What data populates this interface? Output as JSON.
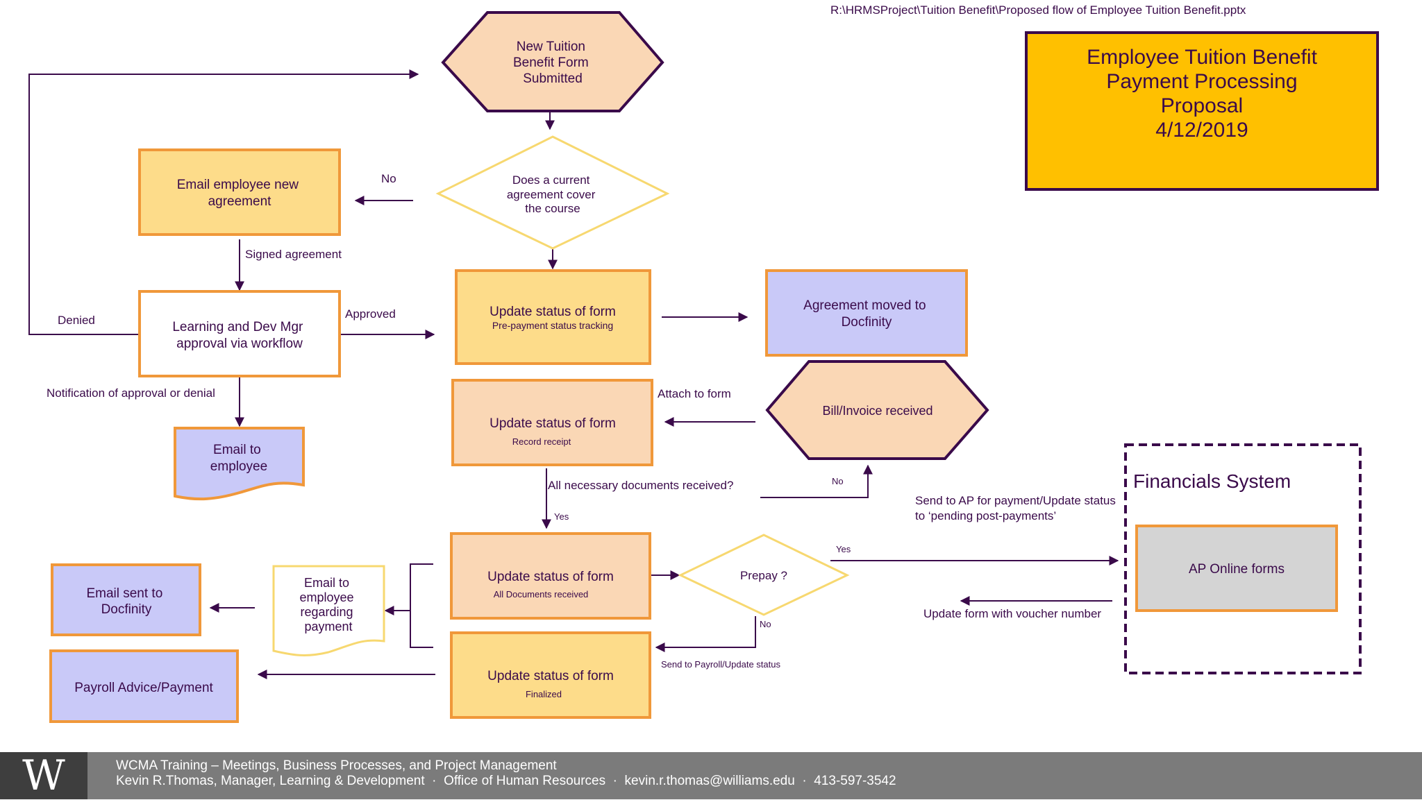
{
  "file_path": "R:\\HRMSProject\\Tuition Benefit\\Proposed flow of Employee Tuition Benefit.pptx",
  "title": {
    "line1": "Employee Tuition Benefit",
    "line2": "Payment Processing",
    "line3": "Proposal",
    "date": "4/12/2019"
  },
  "nodes": {
    "new_form": [
      "New Tuition",
      "Benefit Form",
      "Submitted"
    ],
    "current_agreement": [
      "Does a current",
      "agreement cover",
      "the course"
    ],
    "email_new_agreement": [
      "Email employee new",
      "agreement"
    ],
    "ld_mgr_approval": [
      "Learning and Dev Mgr",
      "approval via workflow"
    ],
    "email_to_employee": [
      "Email to",
      "employee"
    ],
    "update_prepayment": {
      "title": "Update status of form",
      "sub": "Pre-payment status tracking"
    },
    "agreement_docfinity": [
      "Agreement moved to",
      "Docfinity"
    ],
    "bill_invoice": "Bill/Invoice received",
    "update_record_receipt": {
      "title": "Update status of form",
      "sub": "Record receipt"
    },
    "update_all_docs": {
      "title": "Update status of form",
      "sub": "All Documents received"
    },
    "prepay": "Prepay ?",
    "update_finalized": {
      "title": "Update status of form",
      "sub": "Finalized"
    },
    "email_regarding_payment": [
      "Email to",
      "employee",
      "regarding",
      "payment"
    ],
    "email_sent_docfinity": [
      "Email sent to",
      "Docfinity"
    ],
    "payroll_advice": "Payroll Advice/Payment",
    "financials_system": "Financials System",
    "ap_online_forms": "AP Online forms"
  },
  "labels": {
    "no_1": "No",
    "signed_agreement": "Signed agreement",
    "denied": "Denied",
    "approved": "Approved",
    "notification": "Notification of approval or denial",
    "attach_to_form": "Attach to form",
    "all_docs_received": "All necessary documents received?",
    "no_2": "No",
    "yes_1": "Yes",
    "send_to_ap_1": "Send to AP for payment/Update status",
    "send_to_ap_2": "to ‘pending post-payments’",
    "yes_2": "Yes",
    "no_3": "No",
    "update_voucher": "Update form with voucher number",
    "send_to_payroll": "Send to Payroll/Update status"
  },
  "footer": {
    "logo": "W",
    "line1": "WCMA Training – Meetings, Business Processes, and Project Management",
    "line2": "Kevin R.Thomas, Manager, Learning & Development  ·  Office of Human Resources  ·  kevin.r.thomas@williams.edu  ·  413-597-3542"
  },
  "colors": {
    "line": "#3a0a4a",
    "orange_border": "#f0983a",
    "light_yellow": "#fddc8a",
    "peach": "#fad7b5",
    "lavender": "#c9c9f8",
    "gray": "#d4d4d4",
    "diamond_border": "#f7d870",
    "title_fill": "#ffc000"
  }
}
